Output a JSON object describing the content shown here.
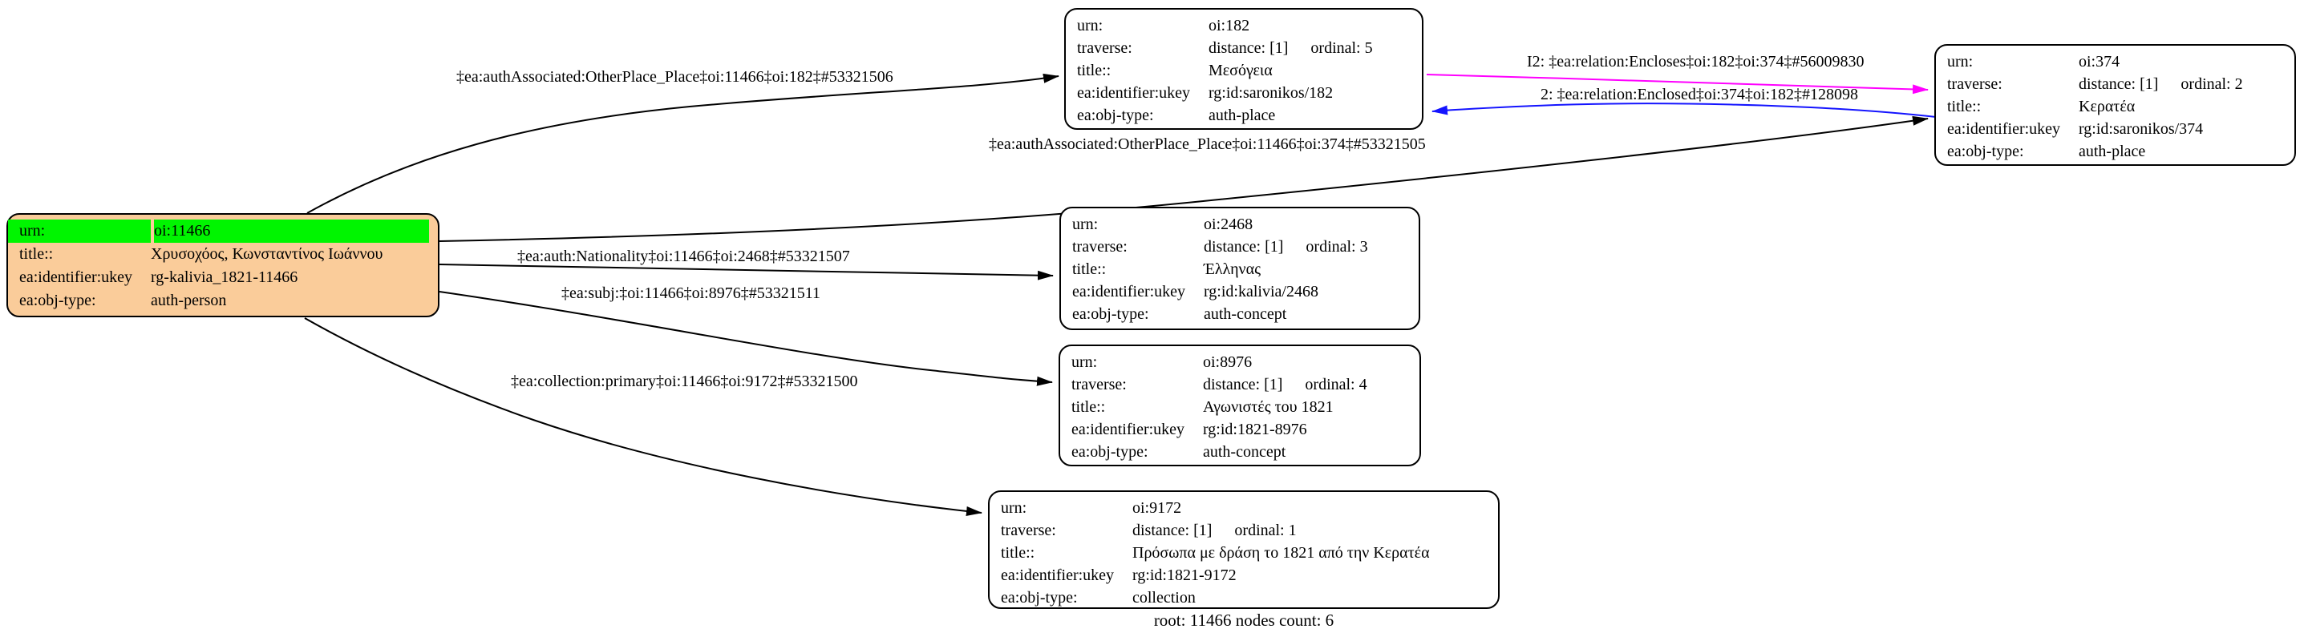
{
  "diagram": {
    "caption": "root: 11466 nodes count: 6",
    "colors": {
      "root_node_fill": "#FACC9A",
      "highlight_green": "#00F500",
      "edge_black": "#000000",
      "edge_magenta": "#FF00FF",
      "edge_blue": "#1414FF",
      "node_fill": "#ffffff",
      "node_border": "#000000"
    },
    "nodes": {
      "n11466": {
        "rows": [
          {
            "k": "urn:",
            "v": "oi:11466"
          },
          {
            "k": "title::",
            "v": "Χρυσοχόος, Κωνσταντίνος Ιωάννου"
          },
          {
            "k": "ea:identifier:ukey",
            "v": "rg-kalivia_1821-11466"
          },
          {
            "k": "ea:obj-type:",
            "v": "auth-person"
          }
        ]
      },
      "n182": {
        "rows": [
          {
            "k": "urn:",
            "v": "oi:182"
          },
          {
            "k": "traverse:",
            "v": "distance: [1]",
            "v2": "ordinal: 5"
          },
          {
            "k": "title::",
            "v": "Μεσόγεια"
          },
          {
            "k": "ea:identifier:ukey",
            "v": "rg:id:saronikos/182"
          },
          {
            "k": "ea:obj-type:",
            "v": "auth-place"
          }
        ]
      },
      "n374": {
        "rows": [
          {
            "k": "urn:",
            "v": "oi:374"
          },
          {
            "k": "traverse:",
            "v": "distance: [1]",
            "v2": "ordinal: 2"
          },
          {
            "k": "title::",
            "v": "Κερατέα"
          },
          {
            "k": "ea:identifier:ukey",
            "v": "rg:id:saronikos/374"
          },
          {
            "k": "ea:obj-type:",
            "v": "auth-place"
          }
        ]
      },
      "n2468": {
        "rows": [
          {
            "k": "urn:",
            "v": "oi:2468"
          },
          {
            "k": "traverse:",
            "v": "distance: [1]",
            "v2": "ordinal: 3"
          },
          {
            "k": "title::",
            "v": "Έλληνας"
          },
          {
            "k": "ea:identifier:ukey",
            "v": "rg:id:kalivia/2468"
          },
          {
            "k": "ea:obj-type:",
            "v": "auth-concept"
          }
        ]
      },
      "n8976": {
        "rows": [
          {
            "k": "urn:",
            "v": "oi:8976"
          },
          {
            "k": "traverse:",
            "v": "distance: [1]",
            "v2": "ordinal: 4"
          },
          {
            "k": "title::",
            "v": "Αγωνιστές του 1821"
          },
          {
            "k": "ea:identifier:ukey",
            "v": "rg:id:1821-8976"
          },
          {
            "k": "ea:obj-type:",
            "v": "auth-concept"
          }
        ]
      },
      "n9172": {
        "rows": [
          {
            "k": "urn:",
            "v": "oi:9172"
          },
          {
            "k": "traverse:",
            "v": "distance: [1]",
            "v2": "ordinal: 1"
          },
          {
            "k": "title::",
            "v": "Πρόσωπα με δράση το 1821 από την Κερατέα"
          },
          {
            "k": "ea:identifier:ukey",
            "v": "rg:id:1821-9172"
          },
          {
            "k": "ea:obj-type:",
            "v": "collection"
          }
        ]
      }
    },
    "edges": {
      "assoc182": "‡ea:authAssociated:OtherPlace_Place‡oi:11466‡oi:182‡#53321506",
      "assoc374": "‡ea:authAssociated:OtherPlace_Place‡oi:11466‡oi:374‡#53321505",
      "encloses": "I2: ‡ea:relation:Encloses‡oi:182‡oi:374‡#56009830",
      "enclosed": "2: ‡ea:relation:Enclosed‡oi:374‡oi:182‡#128098",
      "nationality": "‡ea:auth:Nationality‡oi:11466‡oi:2468‡#53321507",
      "subj": "‡ea:subj:‡oi:11466‡oi:8976‡#53321511",
      "collection": "‡ea:collection:primary‡oi:11466‡oi:9172‡#53321500"
    }
  }
}
